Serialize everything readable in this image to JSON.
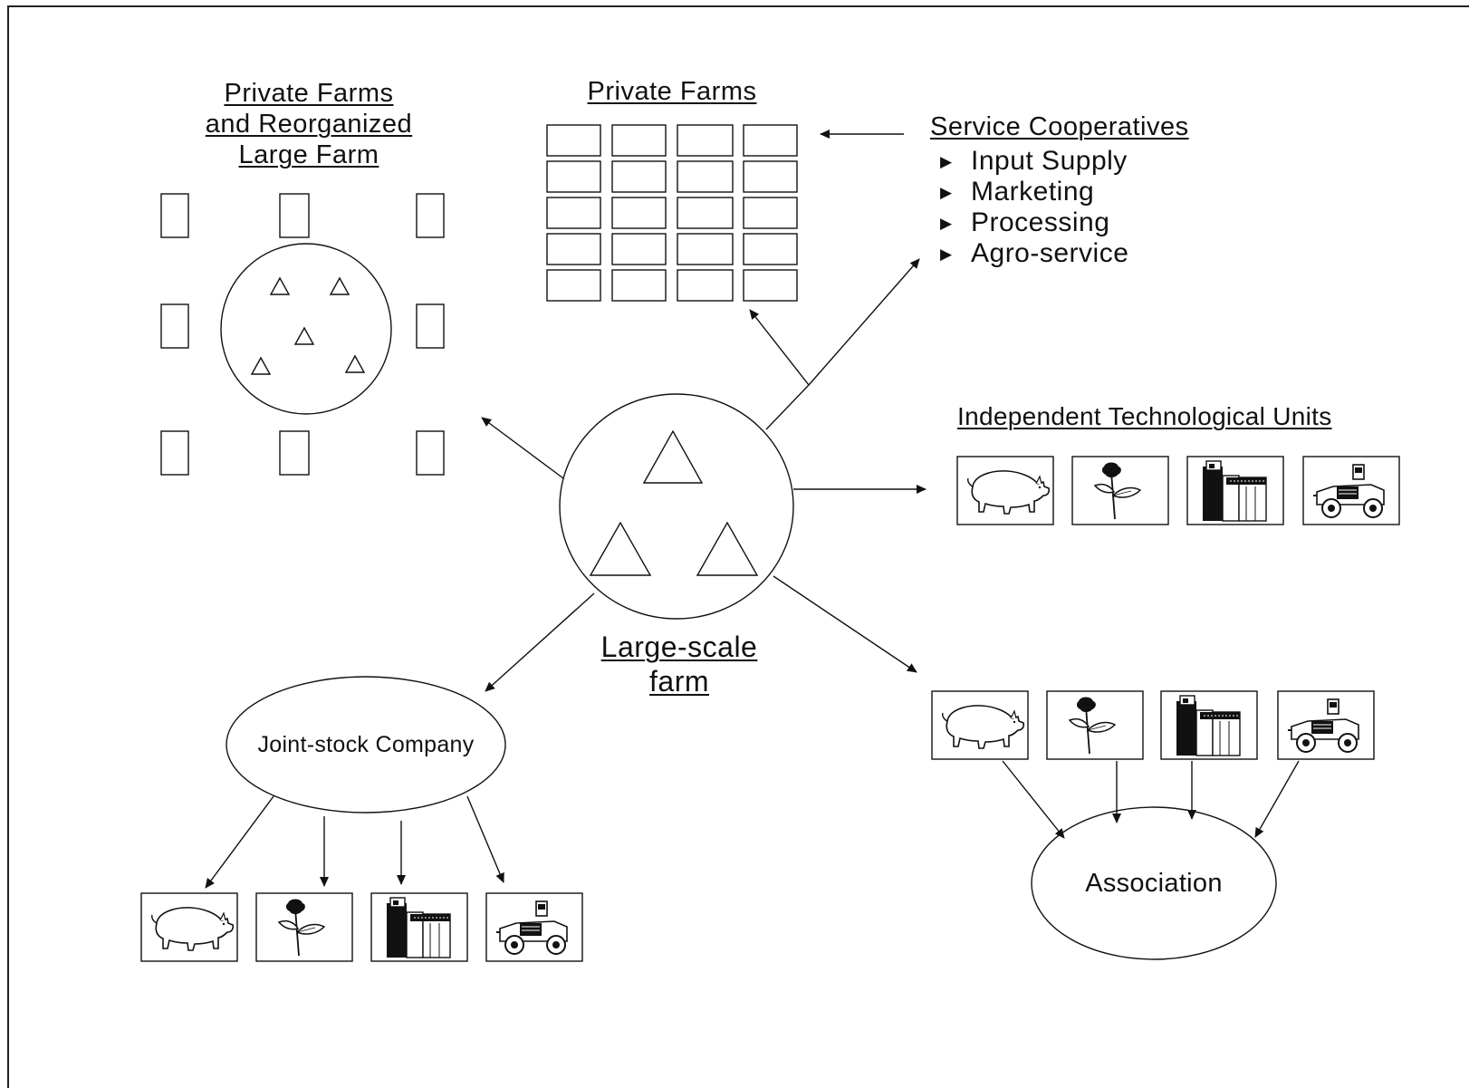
{
  "labels": {
    "reorganized_title": [
      "Private Farms",
      "and Reorganized",
      "Large Farm"
    ],
    "private_farms_title": "Private Farms",
    "service_coop_title": "Service Cooperatives",
    "service_coop_items": [
      "Input Supply",
      "Marketing",
      "Processing",
      "Agro-service"
    ],
    "independent_units_title": "Independent Technological Units",
    "large_scale_farm": [
      "Large-scale",
      "farm"
    ],
    "joint_stock_company": "Joint-stock Company",
    "association": "Association"
  },
  "unit_icons": [
    "pig-icon",
    "flower-icon",
    "silo-icon",
    "tractor-icon"
  ],
  "colors": {
    "ink": "#111111",
    "background": "#ffffff"
  }
}
